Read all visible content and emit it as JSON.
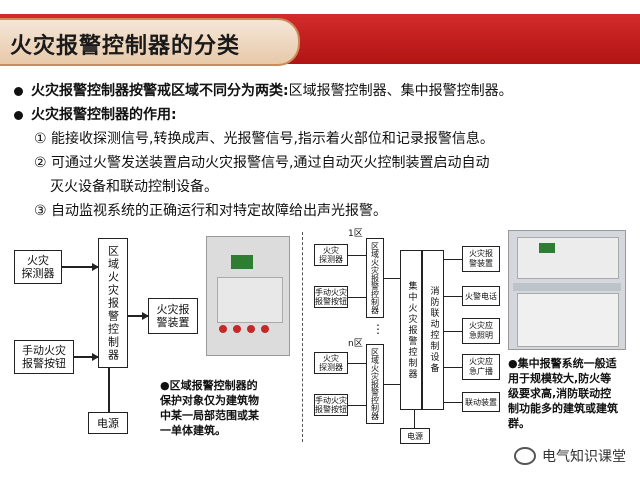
{
  "header": {
    "title": "火灾报警控制器的分类"
  },
  "bullets": {
    "b1_bold": "火灾报警控制器按警戒区域不同分为两类:",
    "b1_rest": "区域报警控制器、集中报警控制器。",
    "b2": "火灾报警控制器的作用:",
    "i1": "① 能接收探测信号,转换成声、光报警信号,指示着火部位和记录报警信息。",
    "i2a": "② 可通过火警发送装置启动火灾报警信号,通过自动灭火控制装置启动自动",
    "i2b": "灭火设备和联动控制设备。",
    "i3": "③ 自动监视系统的正确运行和对特定故障给出声光报警。"
  },
  "left_diagram": {
    "detector": "火灾\n探测器",
    "manual": "手动火灾\n报警按钮",
    "regional": "区域火灾报警控制器",
    "alarm": "火灾报\n警装置",
    "power": "电源",
    "note": "●区域报警控制器的\n保护对象仅为建筑物\n中某一局部范围或某\n一单体建筑。"
  },
  "right_diagram": {
    "zone1": "1区",
    "zoneN": "n区",
    "detector1": "火灾\n探测器",
    "manual1": "手动火灾\n报警按钮",
    "detectorN": "火灾\n探测器",
    "manualN": "手动火灾\n报警按钮",
    "reg1": "区域火灾报警控制器",
    "regN": "区域火灾报警控制器",
    "central": "集中火灾报警控制器",
    "linkage": "消防联动控制设备",
    "out1": "火灾报\n警装置",
    "out2": "火警电话",
    "out3": "火灾应\n急照明",
    "out4": "火灾应\n急广播",
    "out5": "联动装置",
    "power": "电源",
    "dots": "⋮",
    "note": "●集中报警系统一般适\n用于规模较大,防火等\n级要求高,消防联动控\n制功能多的建筑或建筑\n群。"
  },
  "watermark": {
    "text": "电气知识课堂"
  }
}
